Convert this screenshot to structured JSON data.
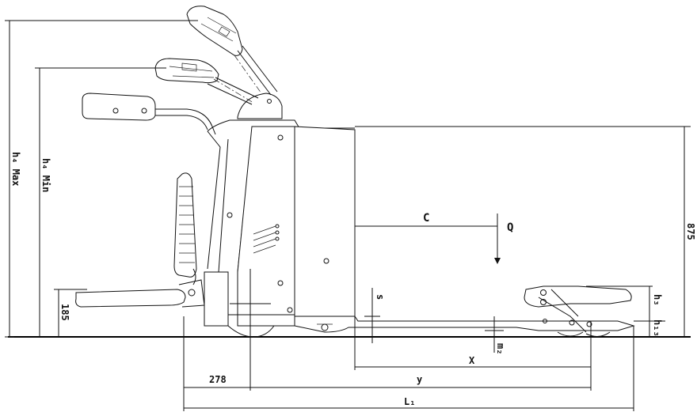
{
  "labels": {
    "h4_max": "h₄ Max",
    "h4_min": "h₄ Min",
    "h185": "185",
    "h875": "875",
    "c": "C",
    "q": "Q",
    "s": "s",
    "h3": "h₃",
    "h13": "h₁₃",
    "m2": "m₂",
    "x": "X",
    "y": "y",
    "d278": "278",
    "l1": "L₁"
  }
}
